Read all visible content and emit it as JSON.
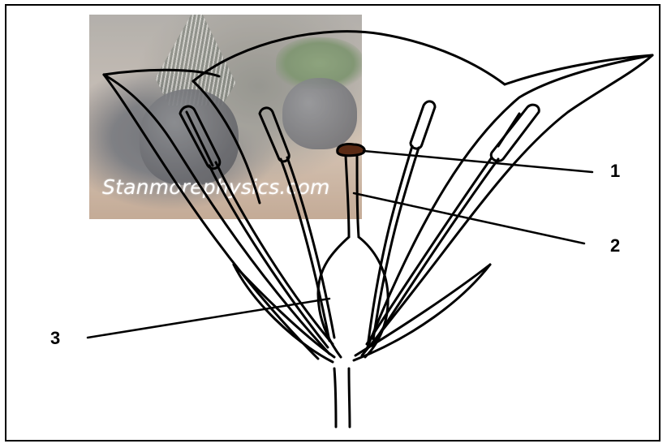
{
  "watermark": {
    "text": "Stanmorephysics.com"
  },
  "labels": {
    "one": "1",
    "two": "2",
    "three": "3"
  },
  "colors": {
    "line": "#000000",
    "border": "#000000",
    "background": "#ffffff"
  }
}
